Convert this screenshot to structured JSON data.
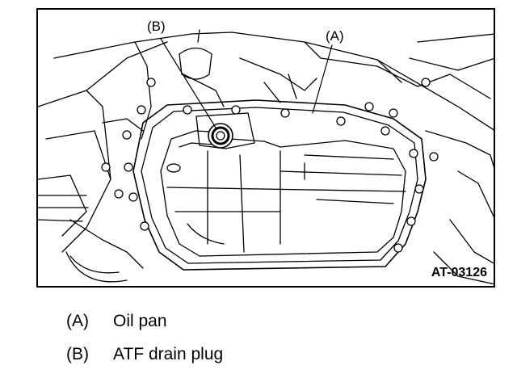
{
  "figure": {
    "id": "AT-03126",
    "callouts": [
      {
        "label": "(A)"
      },
      {
        "label": "(B)"
      }
    ]
  },
  "legend": [
    {
      "key": "(A)",
      "description": "Oil pan"
    },
    {
      "key": "(B)",
      "description": "ATF drain plug"
    }
  ]
}
